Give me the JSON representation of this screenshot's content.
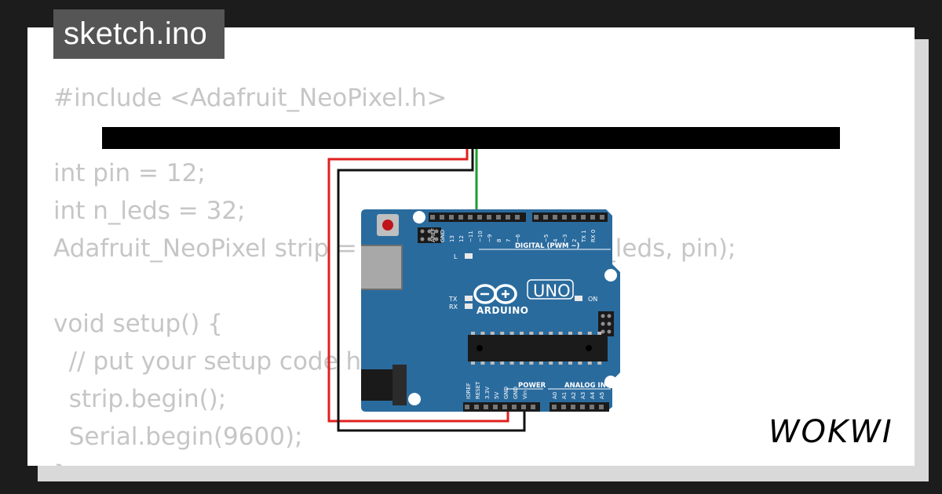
{
  "file_tab": {
    "label": "sketch.ino"
  },
  "code_lines": [
    "#include <Adafruit_NeoPixel.h>",
    "",
    "int pin = 12;",
    "int n_leds = 32;",
    "Adafruit_NeoPixel strip = Adafruit_NeoPixel(n_leds, pin);",
    "",
    "void setup() {",
    "  // put your setup code here, to run once:",
    "  strip.begin();",
    "  Serial.begin(9600);",
    "}"
  ],
  "board": {
    "model": "UNO",
    "brand": "ARDUINO",
    "header_label": "DIGITAL (PWM ~)",
    "power_label": "POWER",
    "analog_label": "ANALOG IN",
    "digital_pins": [
      "AREF",
      "GND",
      "13",
      "12",
      "~11",
      "~10",
      "~9",
      "8",
      "7",
      "~6",
      "~5",
      "4",
      "~3",
      "2",
      "TX 1",
      "RX 0"
    ],
    "power_pins": [
      "IOREF",
      "RESET",
      "3.3V",
      "5V",
      "GND",
      "GND",
      "Vin"
    ],
    "analog_pins": [
      "A0",
      "A1",
      "A2",
      "A3",
      "A4",
      "A5"
    ],
    "led_labels": {
      "l": "L",
      "tx": "TX",
      "rx": "RX",
      "on": "ON"
    }
  },
  "wires": [
    {
      "name": "red-wire",
      "color": "#e0201f"
    },
    {
      "name": "black-wire",
      "color": "#111111"
    },
    {
      "name": "green-wire",
      "color": "#1f9d2e"
    }
  ],
  "brand_logo": {
    "text": "WOKWI",
    "color": "#000000"
  },
  "colors": {
    "board": "#2a6b9e",
    "board_dark": "#1f5681",
    "silkscreen": "#ffffff"
  }
}
